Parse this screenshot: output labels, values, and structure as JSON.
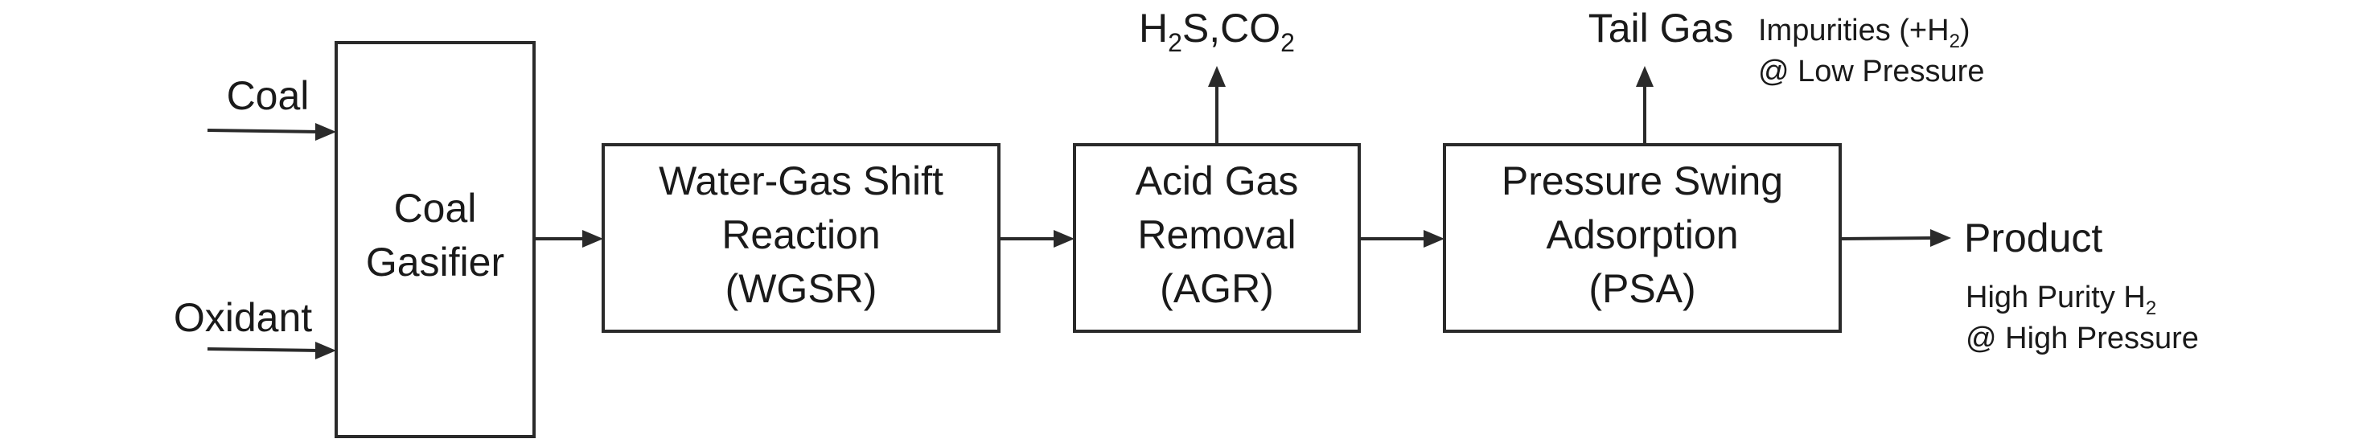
{
  "inputs": {
    "coal": "Coal",
    "oxidant": "Oxidant"
  },
  "blocks": {
    "gasifier": {
      "line1": "Coal",
      "line2": "Gasifier"
    },
    "wgsr": {
      "line1": "Water-Gas Shift",
      "line2": "Reaction",
      "line3": "(WGSR)"
    },
    "agr": {
      "line1": "Acid Gas",
      "line2": "Removal",
      "line3": "(AGR)"
    },
    "psa": {
      "line1": "Pressure Swing",
      "line2": "Adsorption",
      "line3": "(PSA)"
    }
  },
  "outputs": {
    "agr_out": {
      "h": "H",
      "sub1": "2",
      "mid": "S,CO",
      "sub2": "2"
    },
    "tail_gas": {
      "label": "Tail Gas",
      "note_a": "Impurities (+H",
      "note_sub": "2",
      "note_b": ")",
      "note_line2": "@ Low Pressure"
    },
    "product": {
      "label": "Product",
      "note_a": "High Purity H",
      "note_sub": "2",
      "note_line2": "@ High Pressure"
    }
  },
  "colors": {
    "stroke": "#2a2a2a",
    "text": "#1a1a1a",
    "background": "#ffffff"
  }
}
